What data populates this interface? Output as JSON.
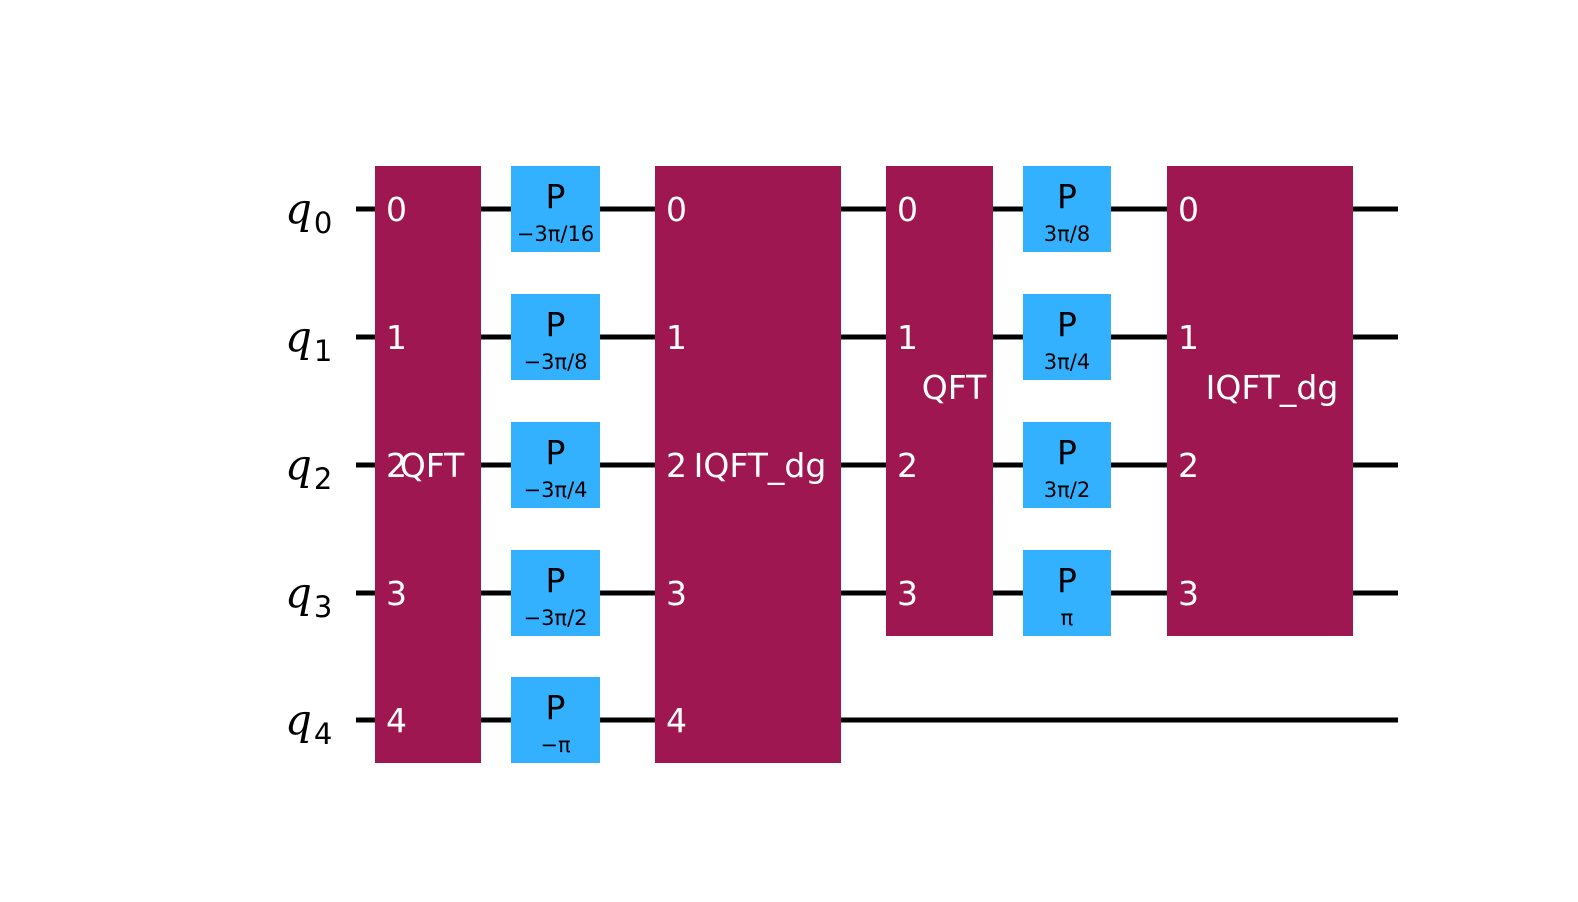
{
  "colors": {
    "wire": "#000000",
    "block": "#9E1750",
    "phase_gate": "#33B1FF",
    "block_text": "#ffffff",
    "gate_text": "#000000"
  },
  "qubits": [
    {
      "base": "q",
      "sub": "0"
    },
    {
      "base": "q",
      "sub": "1"
    },
    {
      "base": "q",
      "sub": "2"
    },
    {
      "base": "q",
      "sub": "3"
    },
    {
      "base": "q",
      "sub": "4"
    }
  ],
  "blocks": [
    {
      "name": "QFT",
      "qubits": [
        0,
        1,
        2,
        3,
        4
      ],
      "port_labels": [
        "0",
        "1",
        "2",
        "3",
        "4"
      ]
    },
    {
      "name": "IQFT_dg",
      "qubits": [
        0,
        1,
        2,
        3,
        4
      ],
      "port_labels": [
        "0",
        "1",
        "2",
        "3",
        "4"
      ]
    },
    {
      "name": "QFT",
      "qubits": [
        0,
        1,
        2,
        3
      ],
      "port_labels": [
        "0",
        "1",
        "2",
        "3"
      ]
    },
    {
      "name": "IQFT_dg",
      "qubits": [
        0,
        1,
        2,
        3
      ],
      "port_labels": [
        "0",
        "1",
        "2",
        "3"
      ]
    }
  ],
  "phase_columns": [
    {
      "gates": [
        {
          "qubit": 0,
          "name": "P",
          "param": "−3π/16"
        },
        {
          "qubit": 1,
          "name": "P",
          "param": "−3π/8"
        },
        {
          "qubit": 2,
          "name": "P",
          "param": "−3π/4"
        },
        {
          "qubit": 3,
          "name": "P",
          "param": "−3π/2"
        },
        {
          "qubit": 4,
          "name": "P",
          "param": "−π"
        }
      ]
    },
    {
      "gates": [
        {
          "qubit": 0,
          "name": "P",
          "param": "3π/8"
        },
        {
          "qubit": 1,
          "name": "P",
          "param": "3π/4"
        },
        {
          "qubit": 2,
          "name": "P",
          "param": "3π/2"
        },
        {
          "qubit": 3,
          "name": "P",
          "param": "π"
        }
      ]
    }
  ]
}
